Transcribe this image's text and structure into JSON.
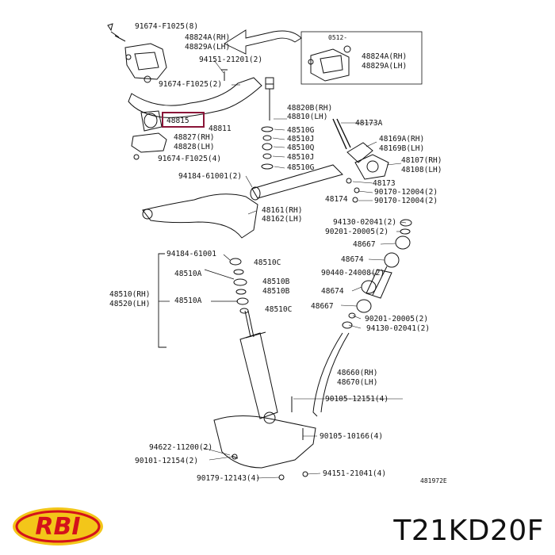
{
  "diagram": {
    "code": "481972E",
    "inset_code": "0512-",
    "labels": {
      "l01": "91674-F1025(8)",
      "l02": "48824A(RH)",
      "l03": "48829A(LH)",
      "l04": "94151-21201(2)",
      "l05": "91674-F1025(2)",
      "l06": "48815",
      "l07": "48811",
      "l08": "48827(RH)",
      "l09": "48828(LH)",
      "l10": "91674-F1025(4)",
      "l11": "48824A(RH)",
      "l12": "48829A(LH)",
      "l13": "48820B(RH)",
      "l14": "48810(LH)",
      "l15": "48510G",
      "l16": "48510J",
      "l17": "48510Q",
      "l18": "48510J",
      "l19": "48510G",
      "l20": "48173A",
      "l21": "48169A(RH)",
      "l22": "48169B(LH)",
      "l23": "48107(RH)",
      "l24": "48108(LH)",
      "l25": "94184-61001(2)",
      "l26": "48173",
      "l27": "90170-12004(2)",
      "l28": "90170-12004(2)",
      "l29": "48174",
      "l30": "48161(RH)",
      "l31": "48162(LH)",
      "l32": "94130-02041(2)",
      "l33": "90201-20005(2)",
      "l34": "48667",
      "l35": "94184-61001",
      "l36": "48510C",
      "l37": "48674",
      "l38": "48510A",
      "l39": "90440-24008(2)",
      "l40": "48510B",
      "l41": "48510B",
      "l42": "48674",
      "l43": "48510(RH)",
      "l44": "48520(LH)",
      "l45": "48510A",
      "l46": "48667",
      "l47": "48510C",
      "l48": "90201-20005(2)",
      "l49": "94130-02041(2)",
      "l50": "48660(RH)",
      "l51": "48670(LH)",
      "l52": "90105-12151(4)",
      "l53": "90105-10166(4)",
      "l54": "94622-11200(2)",
      "l55": "90101-12154(2)",
      "l56": "90179-12143(4)",
      "l57": "94151-21041(4)"
    }
  },
  "brand": {
    "logo_text": "RBI",
    "logo_red": "#d4121b",
    "logo_yellow": "#f3c619"
  },
  "product": {
    "part_number": "T21KD20F"
  }
}
